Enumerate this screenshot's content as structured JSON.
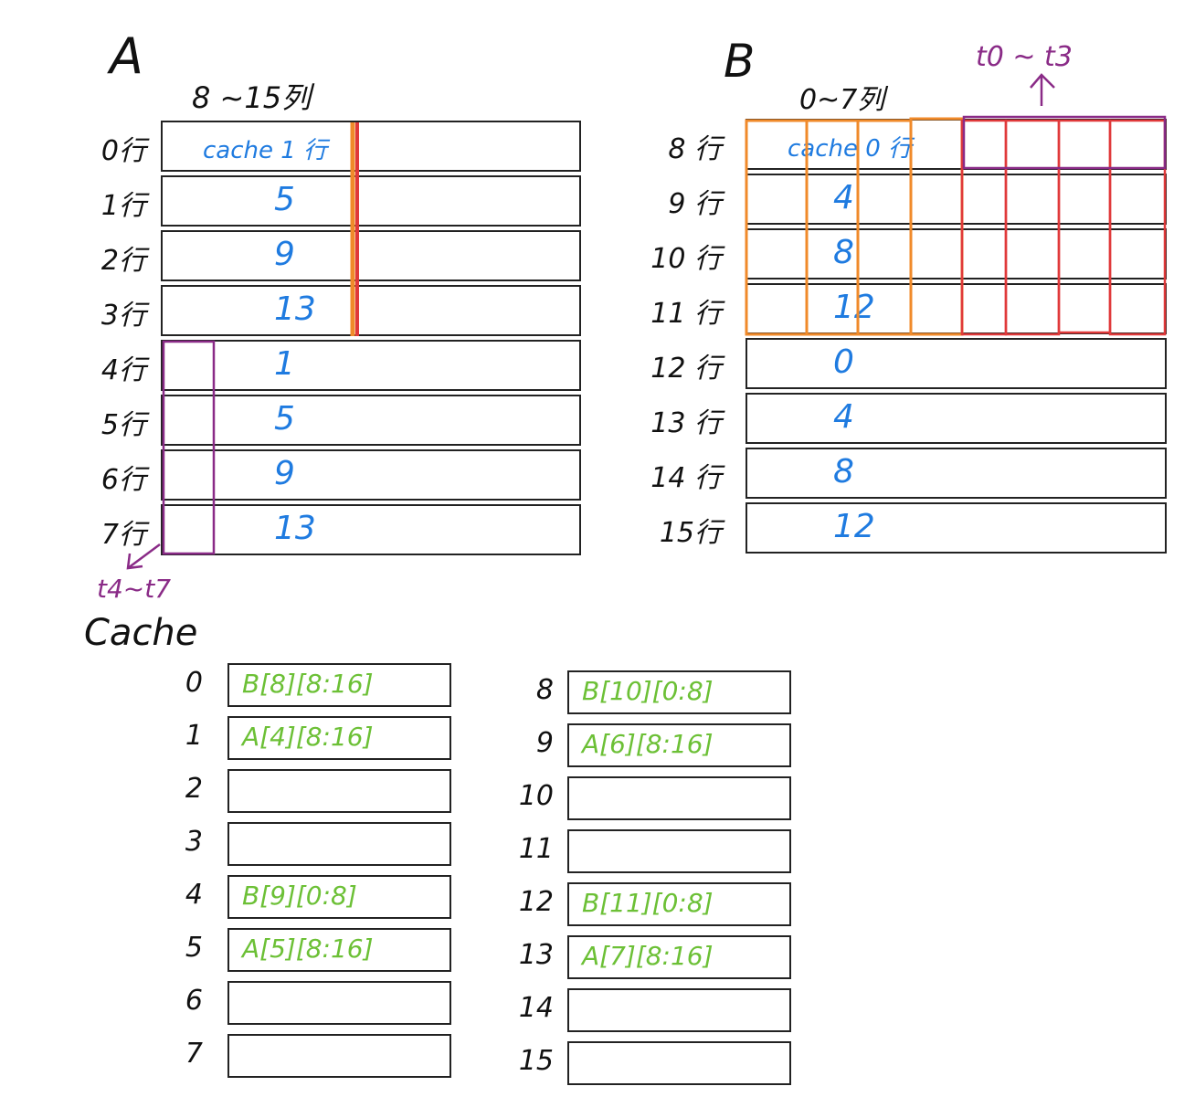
{
  "matrixA": {
    "title": "A",
    "col_label": "8 ~15列",
    "rows": [
      {
        "label": "0行",
        "text": "cache 1 行"
      },
      {
        "label": "1行",
        "text": "5"
      },
      {
        "label": "2行",
        "text": "9"
      },
      {
        "label": "3行",
        "text": "13"
      },
      {
        "label": "4行",
        "text": "1"
      },
      {
        "label": "5行",
        "text": "5"
      },
      {
        "label": "6行",
        "text": "9"
      },
      {
        "label": "7行",
        "text": "13"
      }
    ],
    "annotation": "t4~t7"
  },
  "matrixB": {
    "title": "B",
    "col_label": "0~7列",
    "rows": [
      {
        "label": "8 行",
        "text": "cache 0 行"
      },
      {
        "label": "9 行",
        "text": "4"
      },
      {
        "label": "10 行",
        "text": "8"
      },
      {
        "label": "11 行",
        "text": "12"
      },
      {
        "label": "12 行",
        "text": "0"
      },
      {
        "label": "13 行",
        "text": "4"
      },
      {
        "label": "14 行",
        "text": "8"
      },
      {
        "label": "15行",
        "text": "12"
      }
    ],
    "annotation": "t0 ~ t3"
  },
  "cache": {
    "title": "Cache",
    "left": [
      {
        "index": "0",
        "content": "B[8][8:16]"
      },
      {
        "index": "1",
        "content": "A[4][8:16]"
      },
      {
        "index": "2",
        "content": ""
      },
      {
        "index": "3",
        "content": ""
      },
      {
        "index": "4",
        "content": "B[9][0:8]"
      },
      {
        "index": "5",
        "content": "A[5][8:16]"
      },
      {
        "index": "6",
        "content": ""
      },
      {
        "index": "7",
        "content": ""
      }
    ],
    "right": [
      {
        "index": "8",
        "content": "B[10][0:8]"
      },
      {
        "index": "9",
        "content": "A[6][8:16]"
      },
      {
        "index": "10",
        "content": ""
      },
      {
        "index": "11",
        "content": ""
      },
      {
        "index": "12",
        "content": "B[11][0:8]"
      },
      {
        "index": "13",
        "content": "A[7][8:16]"
      },
      {
        "index": "14",
        "content": ""
      },
      {
        "index": "15",
        "content": ""
      }
    ]
  },
  "colors": {
    "blue": "#1f7be0",
    "green": "#6cc036",
    "purple": "#8a2b87",
    "orange": "#f08a2a",
    "red": "#e0393a"
  }
}
